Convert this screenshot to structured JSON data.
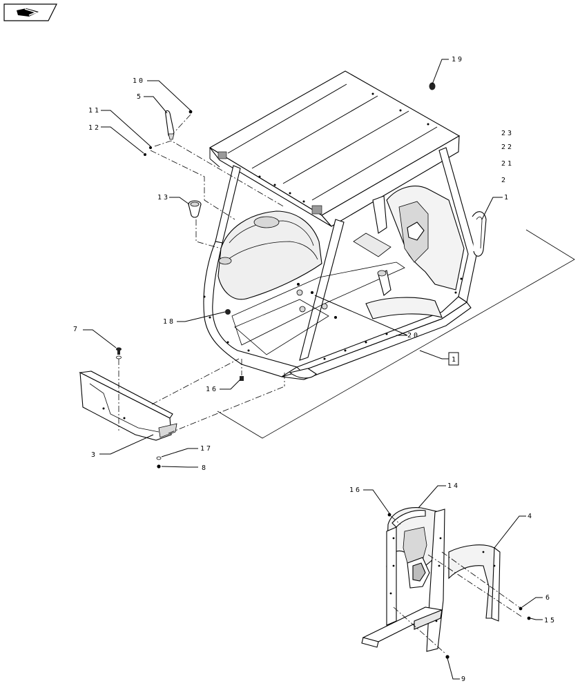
{
  "nav_icon": "return-arrow-icon",
  "callouts": {
    "c1": "1",
    "c2": "2",
    "c3": "3",
    "c4": "4",
    "c5": "5",
    "c6": "6",
    "c7": "7",
    "c8": "8",
    "c9": "9",
    "c10": "10",
    "c11": "11",
    "c12": "12",
    "c13": "13",
    "c14": "14",
    "c15": "15",
    "c16a": "16",
    "c16b": "16",
    "c17": "17",
    "c18": "18",
    "c19": "19",
    "c20": "20",
    "c21": "21",
    "c22": "22",
    "c23": "23",
    "box1": "1"
  }
}
